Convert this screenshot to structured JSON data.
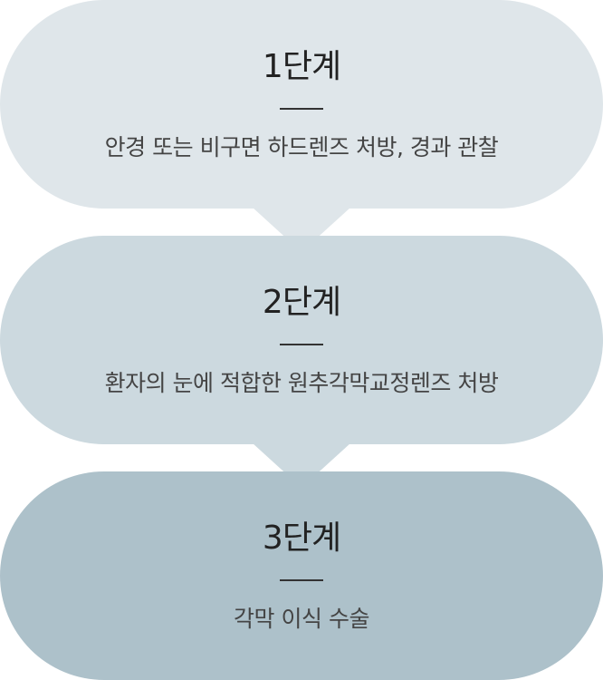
{
  "steps": [
    {
      "title": "1단계",
      "description": "안경 또는 비구면 하드렌즈 처방, 경과 관찰"
    },
    {
      "title": "2단계",
      "description": "환자의 눈에 적합한 원추각막교정렌즈 처방"
    },
    {
      "title": "3단계",
      "description": "각막 이식 수술"
    }
  ],
  "colors": {
    "step1_fill": "#dfe6ea",
    "step2_fill": "#ccd9df",
    "step3_fill": "#adc1ca",
    "text": "#222222"
  }
}
